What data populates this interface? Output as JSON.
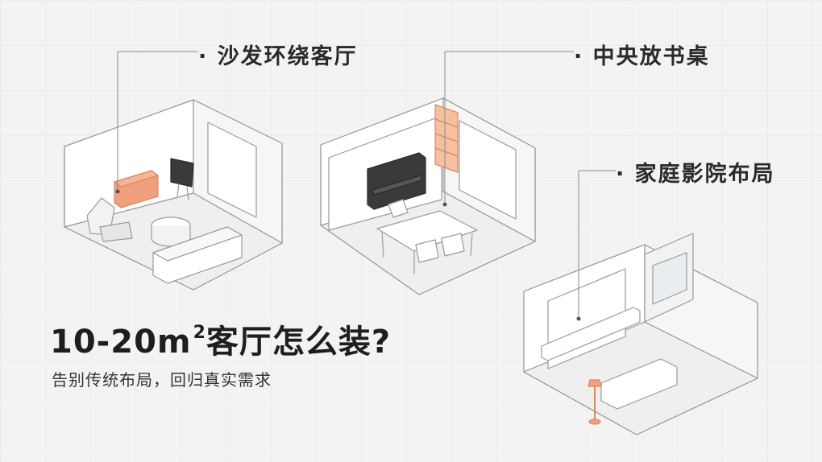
{
  "callouts": {
    "sofa": "沙发环绕客厅",
    "desk": "中央放书桌",
    "theater": "家庭影院布局"
  },
  "title": {
    "main_prefix": "10-20m",
    "superscript": "2",
    "main_suffix": "客厅怎么装?",
    "subtitle": "告别传统布局，回归真实需求"
  },
  "colors": {
    "accent": "#f0a07c",
    "line": "#8a8a8a",
    "wall": "#ffffff",
    "floor": "#f5f5f5"
  }
}
